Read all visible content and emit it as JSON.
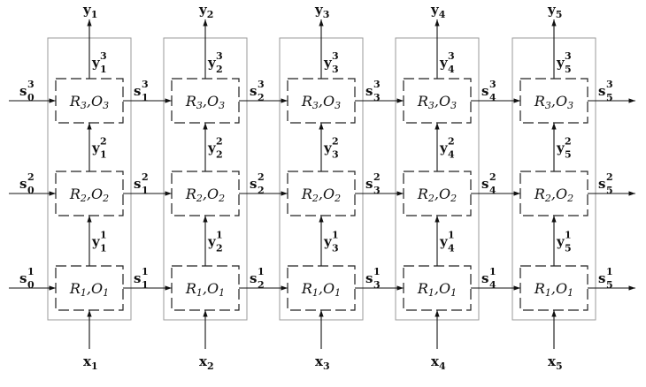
{
  "units": [
    {
      "name": "R",
      "index": "3",
      "sep": ",",
      "out": "O",
      "out_index": "3"
    },
    {
      "name": "R",
      "index": "2",
      "sep": ",",
      "out": "O",
      "out_index": "2"
    },
    {
      "name": "R",
      "index": "1",
      "sep": ",",
      "out": "O",
      "out_index": "1"
    }
  ],
  "inputs": [
    {
      "base": "x",
      "sub": "1"
    },
    {
      "base": "x",
      "sub": "2"
    },
    {
      "base": "x",
      "sub": "3"
    },
    {
      "base": "x",
      "sub": "4"
    },
    {
      "base": "x",
      "sub": "5"
    }
  ],
  "outputs": [
    {
      "base": "y",
      "sub": "1"
    },
    {
      "base": "y",
      "sub": "2"
    },
    {
      "base": "y",
      "sub": "3"
    },
    {
      "base": "y",
      "sub": "4"
    },
    {
      "base": "y",
      "sub": "5"
    }
  ],
  "state_symbol": "s",
  "inter_symbol": "y",
  "state_time_indices": [
    "0",
    "1",
    "2",
    "3",
    "4",
    "5"
  ],
  "layer_indices": [
    "3",
    "2",
    "1"
  ],
  "time_indices": [
    "1",
    "2",
    "3",
    "4",
    "5"
  ]
}
